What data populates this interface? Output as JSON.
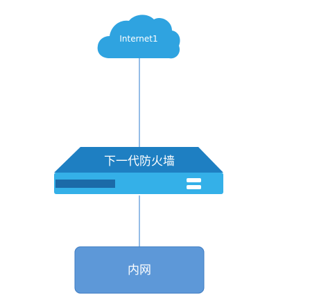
{
  "nodes": {
    "cloud": {
      "label": "Internet1"
    },
    "firewall": {
      "label": "下一代防火墙"
    },
    "lan": {
      "label": "内网"
    }
  },
  "colors": {
    "cloud": "#2fa3e0",
    "firewall_top": "#1e7fc2",
    "firewall_front": "#34b0e8",
    "firewall_slot": "#1b6aa8",
    "lan_box": "#5d98d8",
    "lan_border": "#3f7cc2",
    "link": "#4e8fd6"
  }
}
